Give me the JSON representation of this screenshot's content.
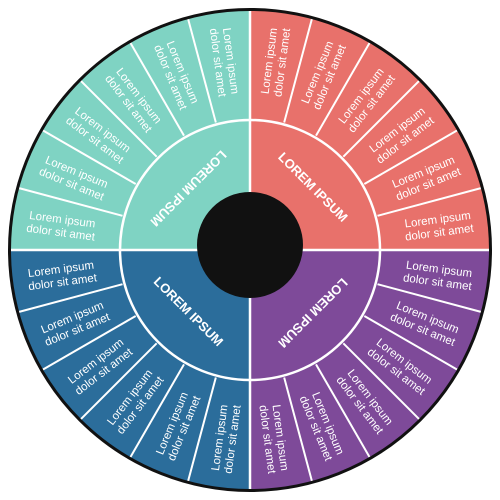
{
  "colors": {
    "center": "#111111",
    "border": "#111111",
    "divider": "#ffffff"
  },
  "quadrants": [
    {
      "id": "teal",
      "color": "#7fd3c3",
      "title": "LOREUM IPSUM",
      "segments": [
        {
          "line1": "Lorem ipsum",
          "line2": "dolor sit amet"
        },
        {
          "line1": "Lorem ipsum",
          "line2": "dolor sit amet"
        },
        {
          "line1": "Lorem ipsum",
          "line2": "dolor sit amet"
        },
        {
          "line1": "Lorem ipsum",
          "line2": "dolor sit amet"
        },
        {
          "line1": "Lorem ipsum",
          "line2": "dolor sit amet"
        },
        {
          "line1": "Lorem ipsum",
          "line2": "dolor sit amet"
        }
      ]
    },
    {
      "id": "red",
      "color": "#e8716b",
      "title": "LOREM IPSUM",
      "segments": [
        {
          "line1": "Lorem ipsum",
          "line2": "dolor sit amet"
        },
        {
          "line1": "Lorem ipsum",
          "line2": "dolor sit amet"
        },
        {
          "line1": "Lorem ipsum",
          "line2": "dolor sit amet"
        },
        {
          "line1": "Lorem ipsum",
          "line2": "dolor sit amet"
        },
        {
          "line1": "Lorem ipsum",
          "line2": "dolor sit amet"
        },
        {
          "line1": "Lorem ipsum",
          "line2": "dolor sit amet"
        }
      ]
    },
    {
      "id": "purple",
      "color": "#7e4a99",
      "title": "LOREM IPSUM",
      "segments": [
        {
          "line1": "Lorem ipsum",
          "line2": "dolor sit amet"
        },
        {
          "line1": "Lorem ipsum",
          "line2": "dolor sit amet"
        },
        {
          "line1": "Lorem ipsum",
          "line2": "dolor sit amet"
        },
        {
          "line1": "Lorem ipsum",
          "line2": "dolor sit amet"
        },
        {
          "line1": "Lorem ipsum",
          "line2": "dolor sit amet"
        },
        {
          "line1": "Lorem ipsum",
          "line2": "dolor sit amet"
        }
      ]
    },
    {
      "id": "blue",
      "color": "#2b6d9b",
      "title": "LOREM IPSUM",
      "segments": [
        {
          "line1": "Lorem ipsum",
          "line2": "dolor sit amet"
        },
        {
          "line1": "Lorem ipsum",
          "line2": "dolor sit amet"
        },
        {
          "line1": "Lorem ipsum",
          "line2": "dolor sit amet"
        },
        {
          "line1": "Lorem ipsum",
          "line2": "dolor sit amet"
        },
        {
          "line1": "Lorem ipsum",
          "line2": "dolor sit amet"
        },
        {
          "line1": "Lorem ipsum",
          "line2": "dolor sit amet"
        }
      ]
    }
  ],
  "side_code": "1754340149"
}
